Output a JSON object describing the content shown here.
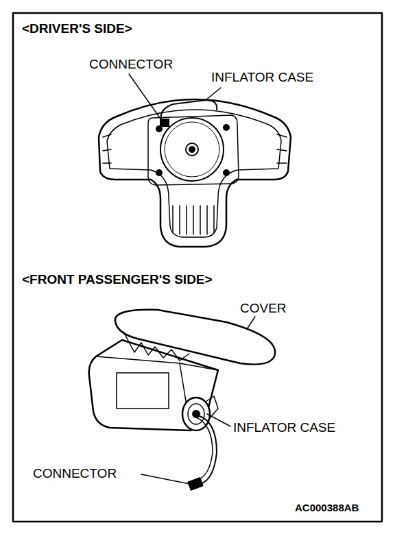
{
  "diagram": {
    "labels": [
      "<DRIVER'S SIDE>",
      "CONNECTOR",
      "INFLATOR CASE",
      "<FRONT PASSENGER'S SIDE>",
      "COVER",
      "INFLATOR CASE",
      "CONNECTOR",
      "AC000388AB"
    ]
  }
}
